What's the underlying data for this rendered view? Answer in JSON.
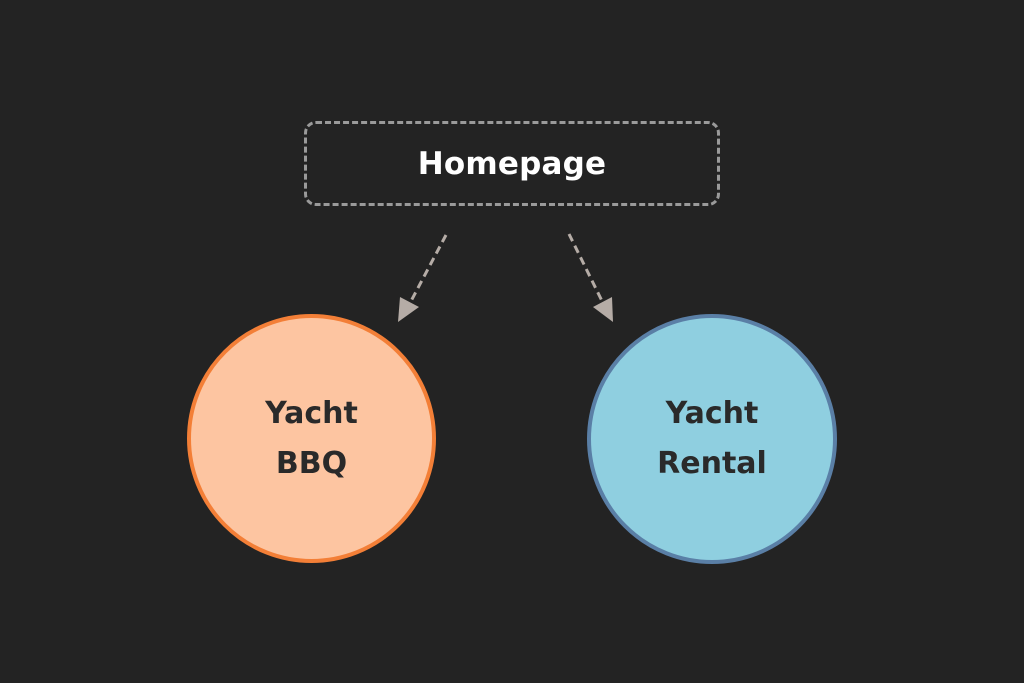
{
  "diagram": {
    "root": {
      "label": "Homepage"
    },
    "children": [
      {
        "line1": "Yacht",
        "line2": "BBQ",
        "fill": "#fdc5a1",
        "border": "#f37f37"
      },
      {
        "line1": "Yacht",
        "line2": "Rental",
        "fill": "#8fcfe0",
        "border": "#5a7fa6"
      }
    ],
    "edges": [
      {
        "from": "Homepage",
        "to": "Yacht BBQ"
      },
      {
        "from": "Homepage",
        "to": "Yacht Rental"
      }
    ],
    "colors": {
      "background": "#232323",
      "root_border": "#9a9a9a",
      "arrow": "#b5aca6"
    }
  }
}
